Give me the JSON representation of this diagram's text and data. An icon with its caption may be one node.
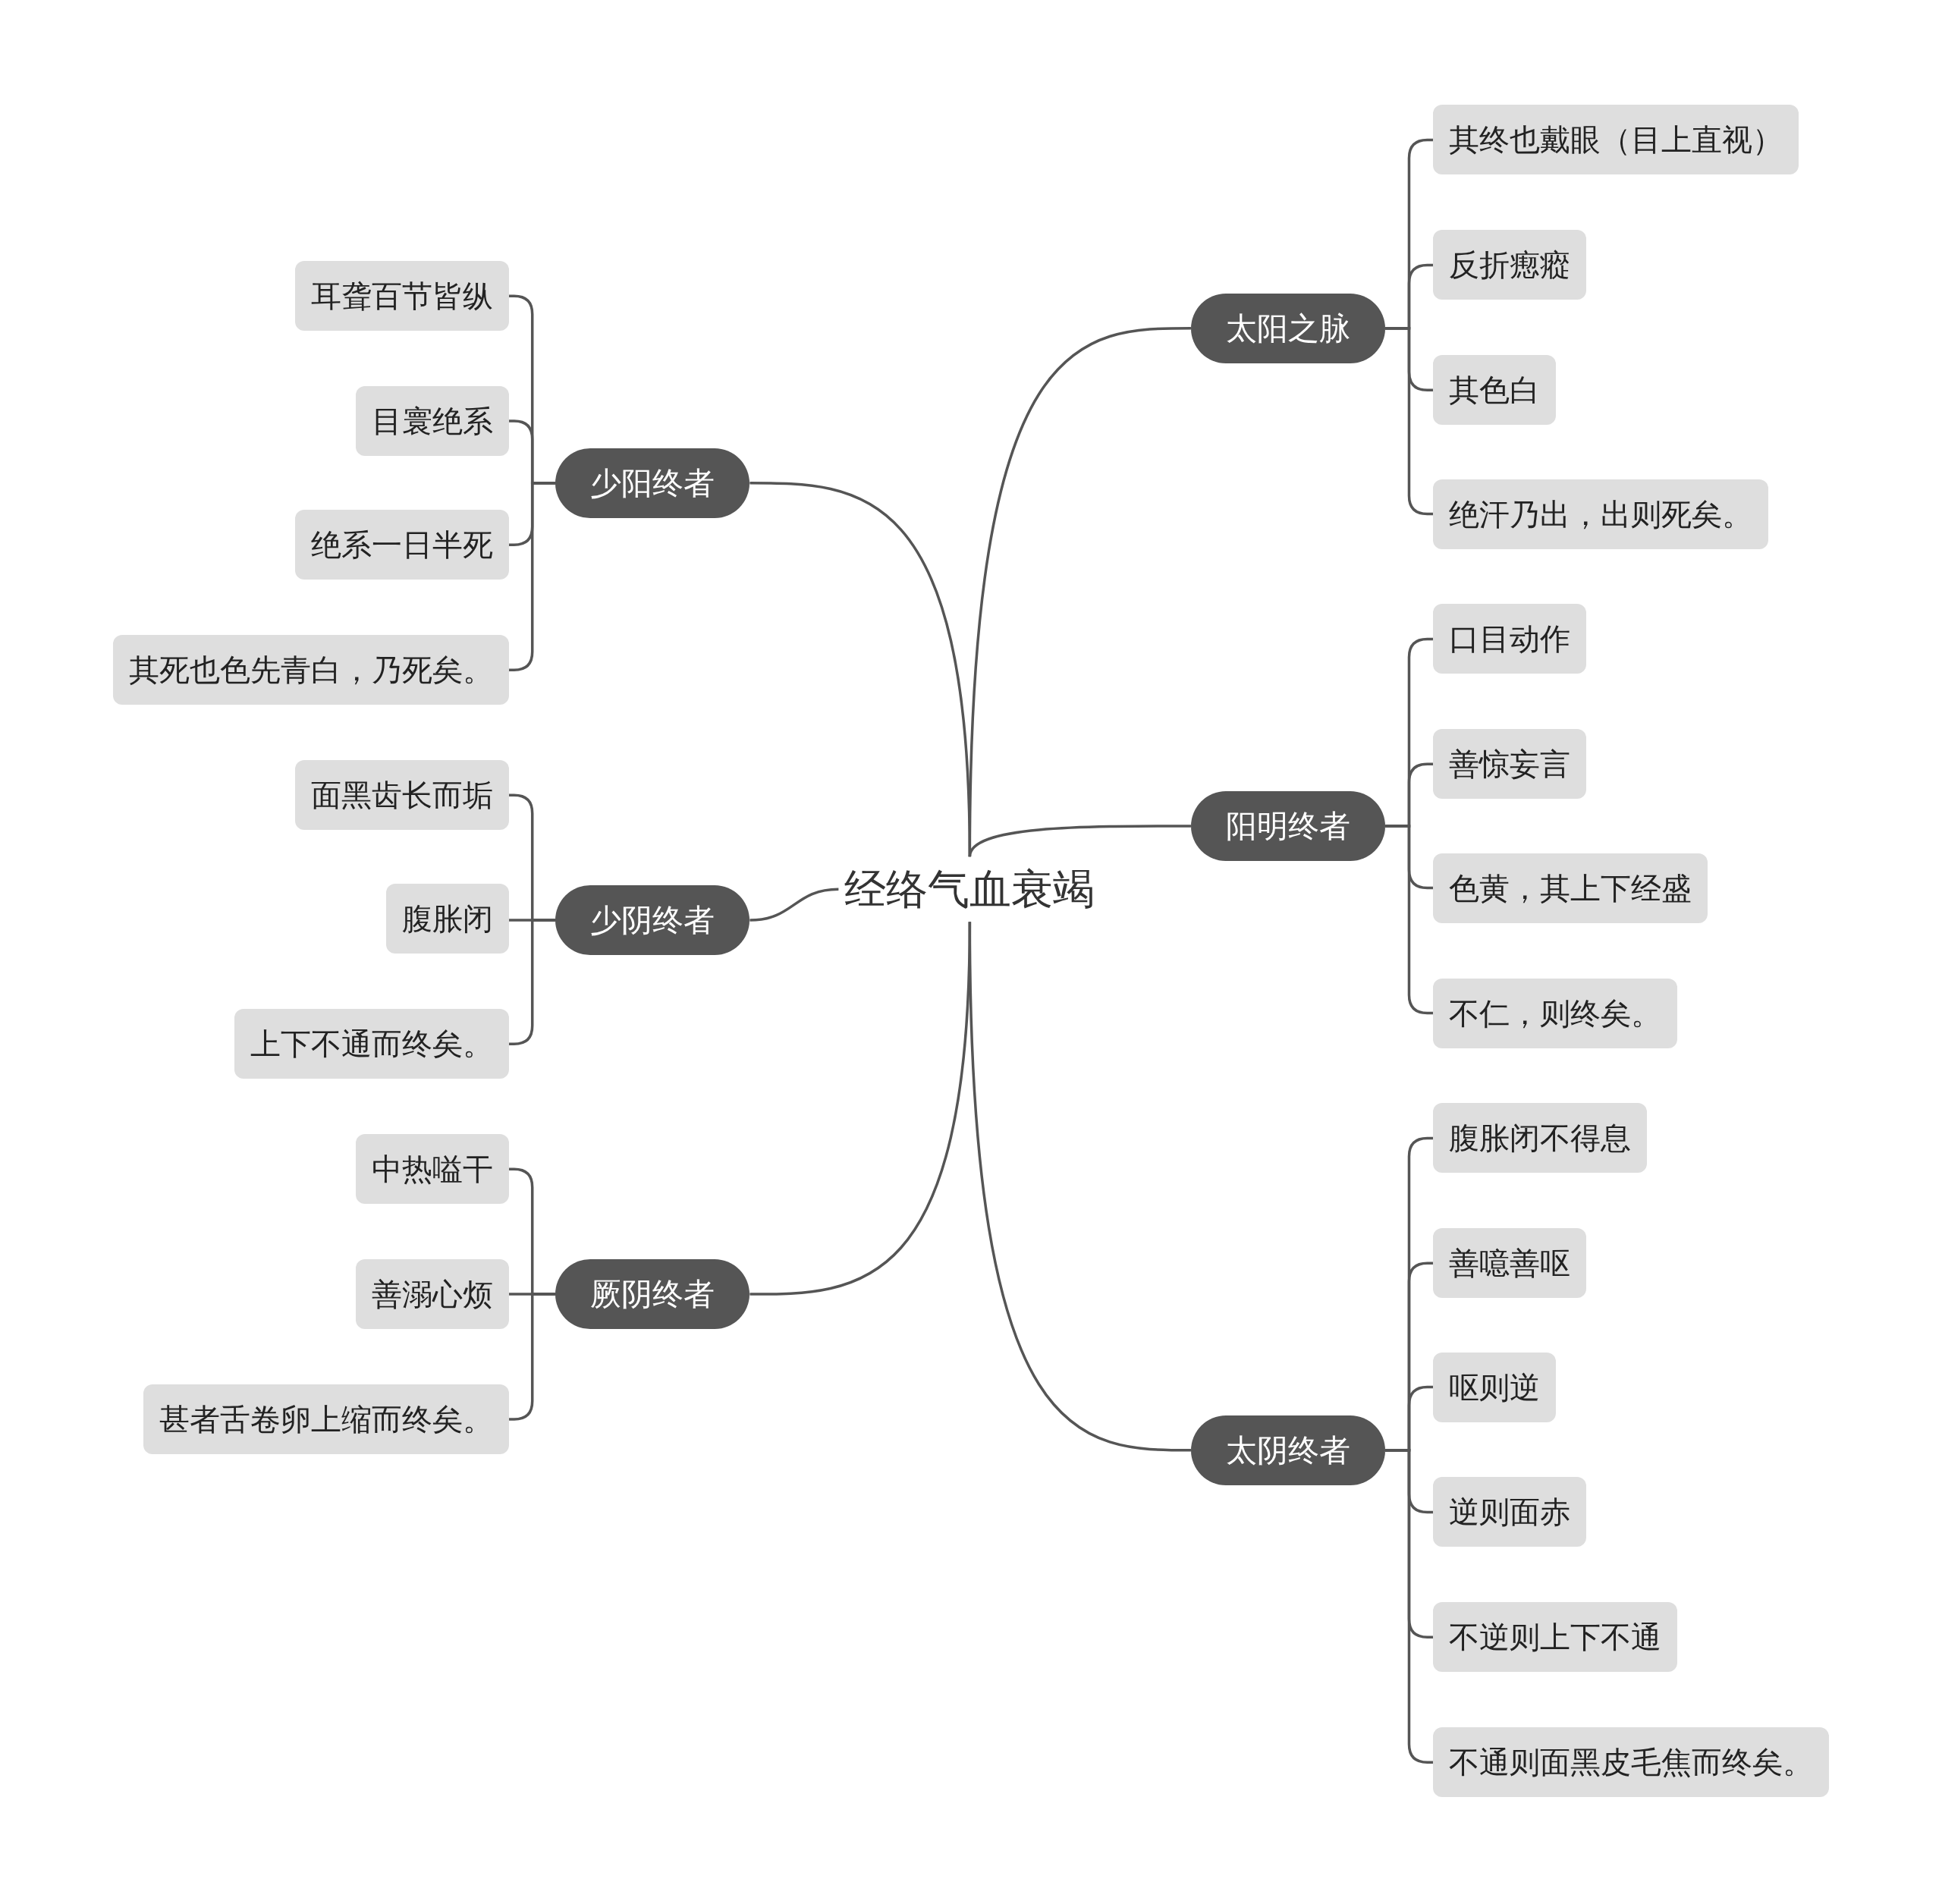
{
  "diagram": {
    "nodes": [
      {
        "text": [
          "经络气血衰竭"
        ]
      },
      {
        "text": [
          "太阳之脉"
        ]
      },
      {
        "text": [
          "其终也戴眼（目上直视）"
        ]
      },
      {
        "text": [
          "反折瘛瘲"
        ]
      },
      {
        "text": [
          "其色白"
        ]
      },
      {
        "text": [
          "绝汗乃出，出则死矣。"
        ]
      },
      {
        "text": [
          "阳明终者"
        ]
      },
      {
        "text": [
          "口目动作"
        ]
      },
      {
        "text": [
          "善惊妄言"
        ]
      },
      {
        "text": [
          "色黄，其上下经盛"
        ]
      },
      {
        "text": [
          "不仁，则终矣。"
        ]
      },
      {
        "text": [
          "太阴终者"
        ]
      },
      {
        "text": [
          "腹胀闭不得息"
        ]
      },
      {
        "text": [
          "善噫善呕"
        ]
      },
      {
        "text": [
          "呕则逆"
        ]
      },
      {
        "text": [
          "逆则面赤"
        ]
      },
      {
        "text": [
          "不逆则上下不通"
        ]
      },
      {
        "text": [
          "不通则面黑皮毛焦而终矣。"
        ]
      },
      {
        "text": [
          "少阳终者"
        ]
      },
      {
        "text": [
          "耳聋百节皆纵"
        ]
      },
      {
        "text": [
          "目寰绝系"
        ]
      },
      {
        "text": [
          "绝系一日半死"
        ]
      },
      {
        "text": [
          "其死也色先青白，乃死矣。"
        ]
      },
      {
        "text": [
          "少阴终者"
        ]
      },
      {
        "text": [
          "面黑齿长而垢"
        ]
      },
      {
        "text": [
          "腹胀闭"
        ]
      },
      {
        "text": [
          "上下不通而终矣。"
        ]
      },
      {
        "text": [
          "厥阴终者"
        ]
      },
      {
        "text": [
          "中热嗌干"
        ]
      },
      {
        "text": [
          "善溺心烦"
        ]
      },
      {
        "text": [
          "甚者舌卷卵上缩而终矣。"
        ]
      }
    ],
    "edges": [
      {
        "from": 0,
        "to": 1,
        "arrow": "none"
      },
      {
        "from": 1,
        "to": 2,
        "arrow": "none"
      },
      {
        "from": 1,
        "to": 3,
        "arrow": "none"
      },
      {
        "from": 1,
        "to": 4,
        "arrow": "none"
      },
      {
        "from": 1,
        "to": 5,
        "arrow": "none"
      },
      {
        "from": 0,
        "to": 6,
        "arrow": "none"
      },
      {
        "from": 6,
        "to": 7,
        "arrow": "none"
      },
      {
        "from": 6,
        "to": 8,
        "arrow": "none"
      },
      {
        "from": 6,
        "to": 9,
        "arrow": "none"
      },
      {
        "from": 6,
        "to": 10,
        "arrow": "none"
      },
      {
        "from": 0,
        "to": 11,
        "arrow": "none"
      },
      {
        "from": 11,
        "to": 12,
        "arrow": "none"
      },
      {
        "from": 11,
        "to": 13,
        "arrow": "none"
      },
      {
        "from": 11,
        "to": 14,
        "arrow": "none"
      },
      {
        "from": 11,
        "to": 15,
        "arrow": "none"
      },
      {
        "from": 11,
        "to": 16,
        "arrow": "none"
      },
      {
        "from": 11,
        "to": 17,
        "arrow": "none"
      },
      {
        "from": 0,
        "to": 18,
        "arrow": "none"
      },
      {
        "from": 18,
        "to": 19,
        "arrow": "none"
      },
      {
        "from": 18,
        "to": 20,
        "arrow": "none"
      },
      {
        "from": 18,
        "to": 21,
        "arrow": "none"
      },
      {
        "from": 18,
        "to": 22,
        "arrow": "none"
      },
      {
        "from": 0,
        "to": 23,
        "arrow": "none"
      },
      {
        "from": 23,
        "to": 24,
        "arrow": "none"
      },
      {
        "from": 23,
        "to": 25,
        "arrow": "none"
      },
      {
        "from": 23,
        "to": 26,
        "arrow": "none"
      },
      {
        "from": 0,
        "to": 27,
        "arrow": "none"
      },
      {
        "from": 27,
        "to": 28,
        "arrow": "none"
      },
      {
        "from": 27,
        "to": 29,
        "arrow": "none"
      },
      {
        "from": 27,
        "to": 30,
        "arrow": "none"
      }
    ]
  }
}
